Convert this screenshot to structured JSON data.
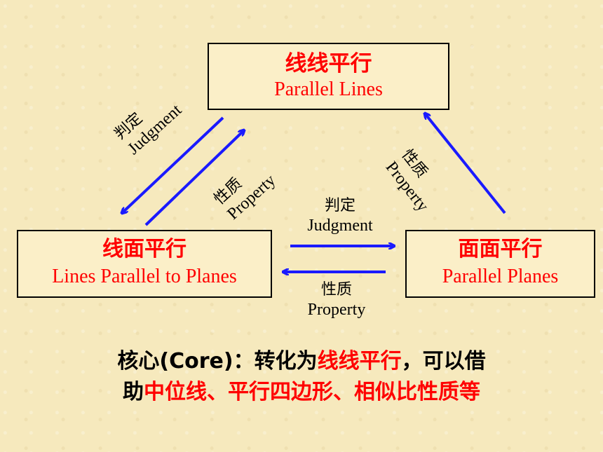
{
  "boxes": {
    "top": {
      "cn": "线线平行",
      "en": "Parallel Lines"
    },
    "left": {
      "cn": "线面平行",
      "en": "Lines Parallel to Planes"
    },
    "right": {
      "cn": "面面平行",
      "en": "Parallel Planes"
    }
  },
  "edges": {
    "top_left_judgment": {
      "cn": "判定",
      "en": "Judgment"
    },
    "top_left_property": {
      "cn": "性质",
      "en": "Property"
    },
    "right_top_property": {
      "cn": "性质",
      "en": "Property"
    },
    "middle_judgment": {
      "cn": "判定",
      "en": "Judgment"
    },
    "middle_property": {
      "cn": "性质",
      "en": "Property"
    }
  },
  "core": {
    "lead": "核心(Core)：转化为",
    "lead_red": "线线平行",
    "mid": "，可以借",
    "line2_start": "助",
    "line2_red": "中位线、平行四边形、相似比性质等"
  },
  "colors": {
    "arrow": "#1a1aff",
    "highlight": "#ff0000",
    "background": "#f6e9bd"
  }
}
